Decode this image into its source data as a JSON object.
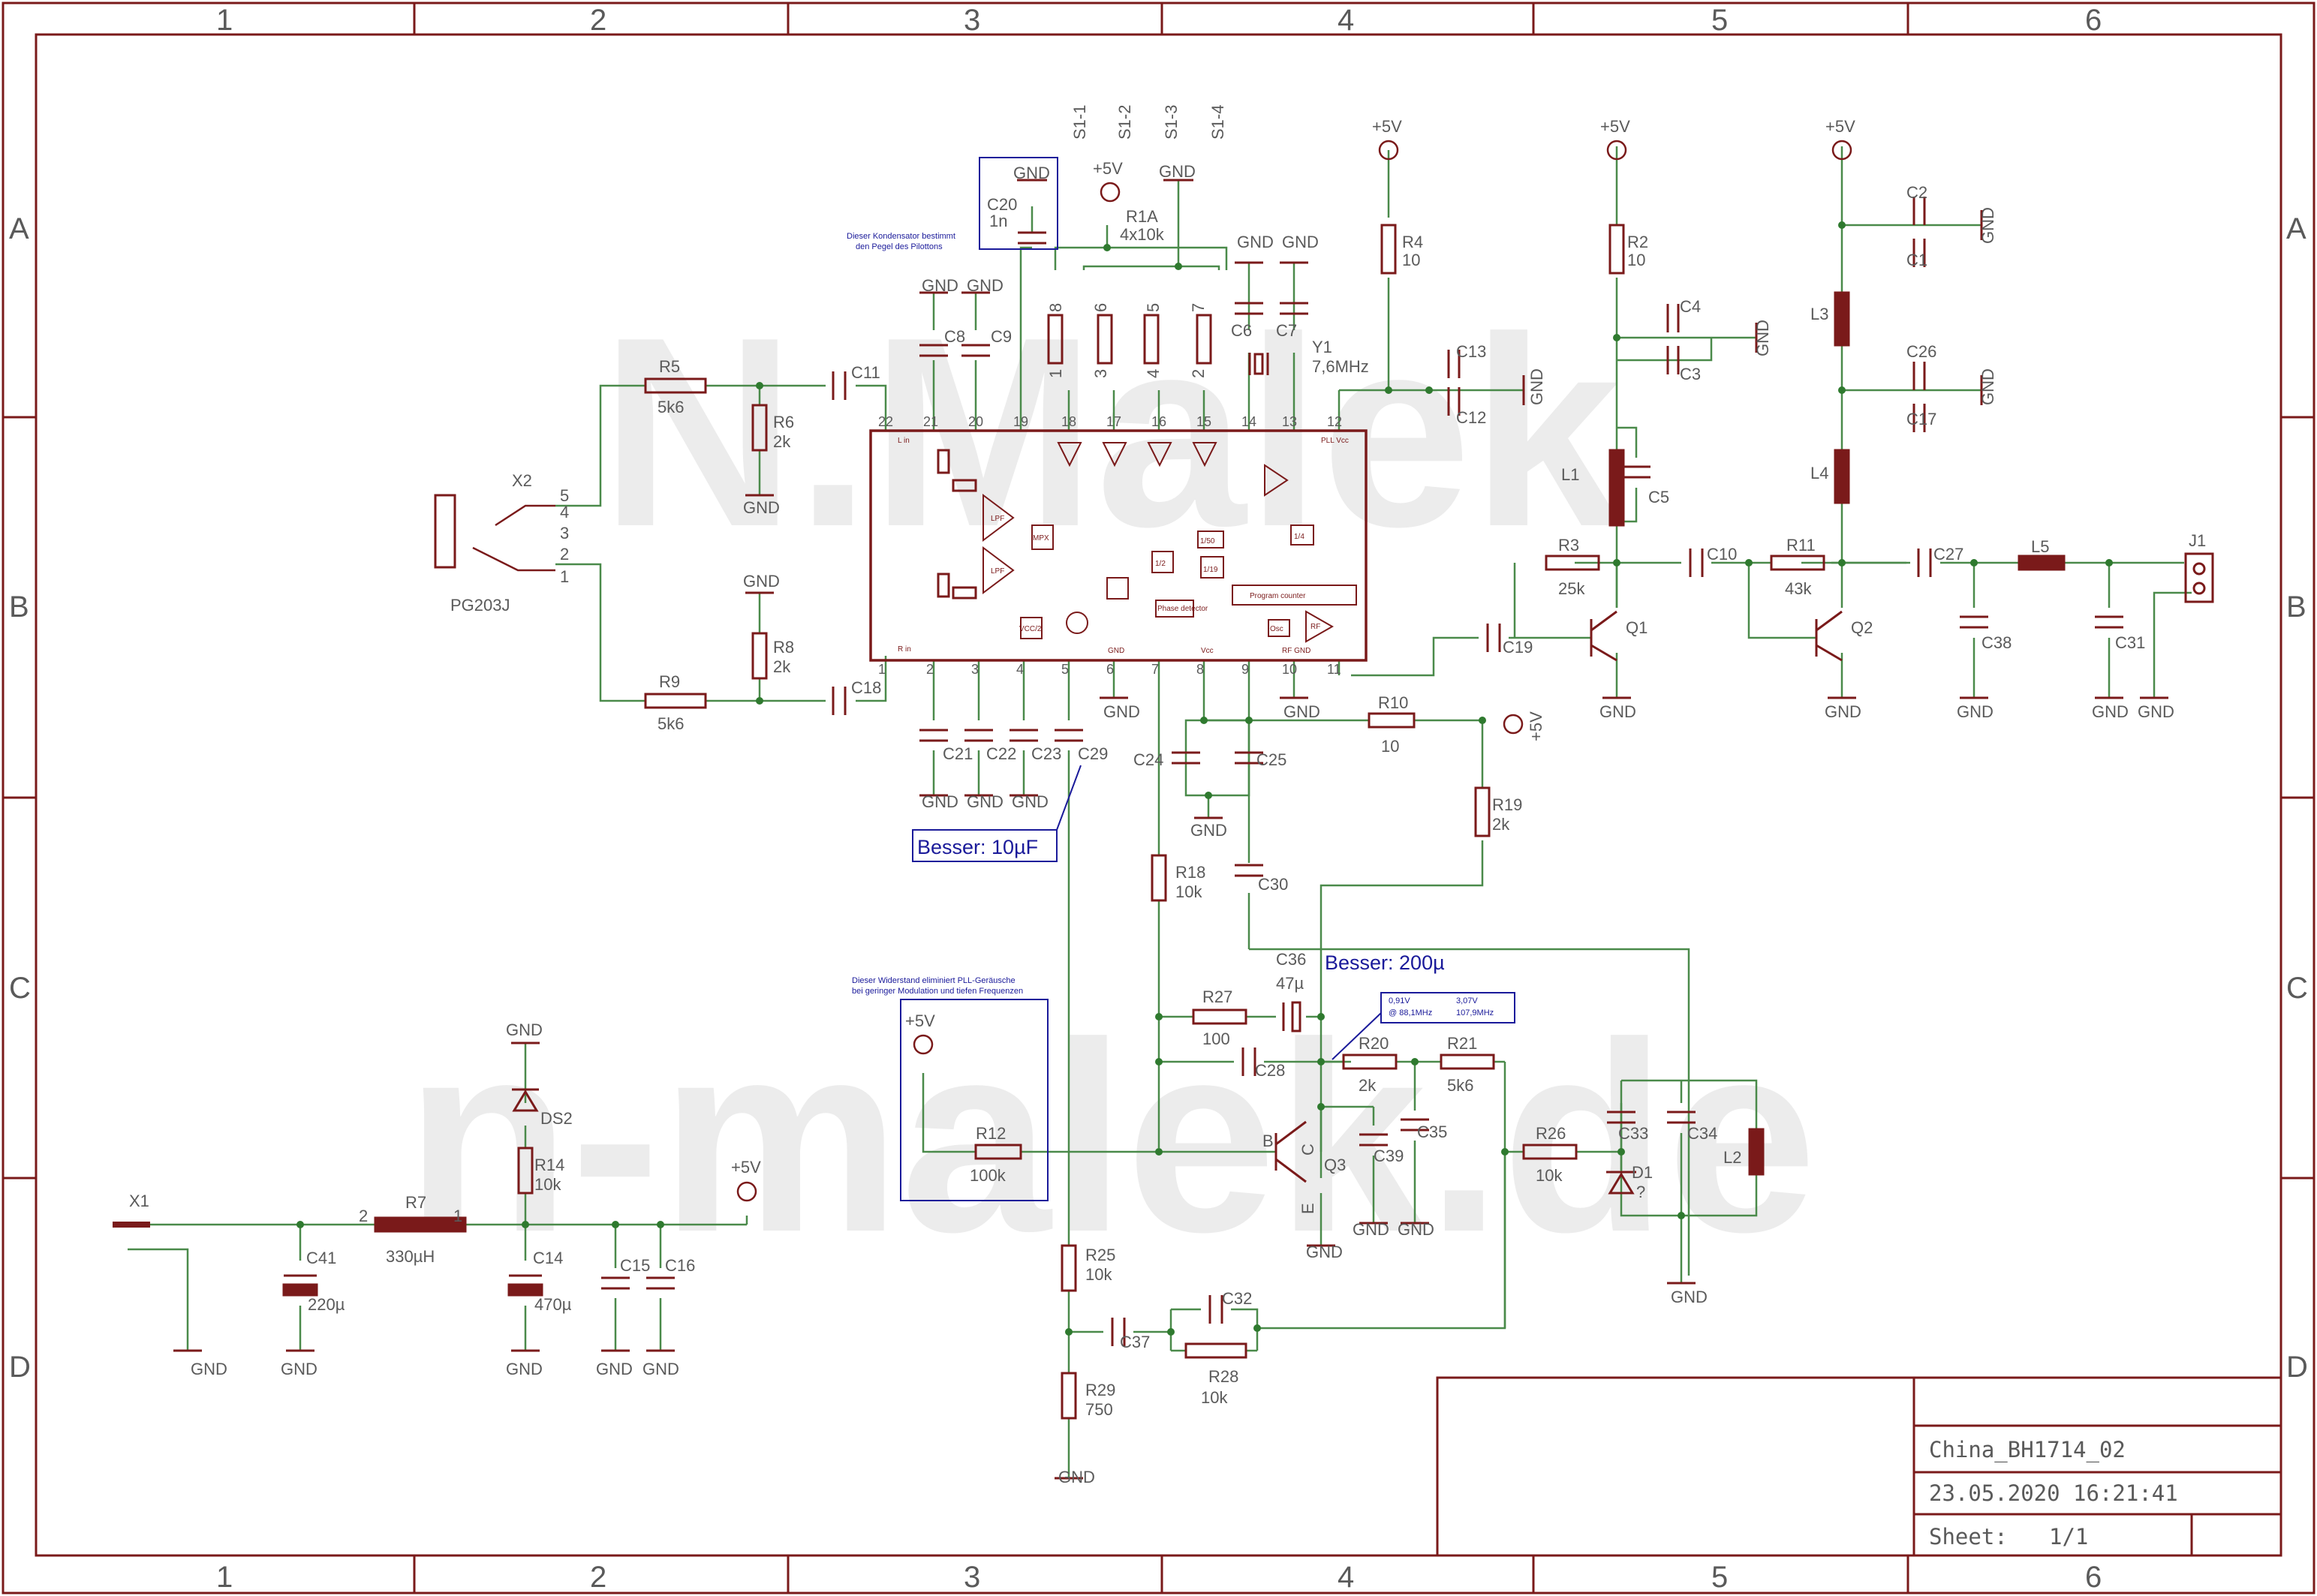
{
  "colors": {
    "wire": "#4a8a4a",
    "part": "#7a1a1a",
    "frame": "#7a1a1a",
    "text": "#5a5a5a",
    "note": "#1a1a9a"
  },
  "watermark": {
    "line1": "N.Malek",
    "line2": "n-malek.de"
  },
  "frame": {
    "columns": [
      "1",
      "2",
      "3",
      "4",
      "5",
      "6"
    ],
    "rows": [
      "A",
      "B",
      "C",
      "D"
    ]
  },
  "title_block": {
    "name": "China_BH1714_02",
    "date": "23.05.2020 16:21:41",
    "sheet_label": "Sheet:",
    "sheet_value": "1/1"
  },
  "notes": {
    "pilot_1": "Dieser Kondensator bestimmt",
    "pilot_2": "den Pegel des Pilottons",
    "pll_1": "Dieser Widerstand eliminiert PLL-Geräusche",
    "pll_2": "bei geringer Modulation und tiefen Frequenzen",
    "c29_better": "Besser: 10µF",
    "c36_better": "Besser: 200µ",
    "v1": "0,91V",
    "f1": "@ 88,1MHz",
    "v2": "3,07V",
    "f2": "107,9MHz"
  },
  "ic": {
    "lin": "L in",
    "rin": "R in",
    "pllvcc": "PLL Vcc",
    "lpf": "LPF",
    "mpx": "MPX",
    "div50": "1/50",
    "div2": "1/2",
    "div19": "1/19",
    "div4": "1/4",
    "phase": "Phase detector",
    "prog": "Program counter",
    "osc": "Osc",
    "rf": "RF",
    "rfgnd": "RF GND",
    "gnd": "GND",
    "vcc": "Vcc",
    "vcc2": "VCC/2",
    "pins": [
      "1",
      "2",
      "3",
      "4",
      "5",
      "6",
      "7",
      "8",
      "9",
      "10",
      "11",
      "12",
      "13",
      "14",
      "15",
      "16",
      "17",
      "18",
      "19",
      "20",
      "21",
      "22"
    ]
  },
  "labels": {
    "s11": "S1-1",
    "s12": "S1-2",
    "s13": "S1-3",
    "s14": "S1-4",
    "p5v": "+5V",
    "gnd": "GND",
    "r1a": "R1A",
    "r1a_v": "4x10k",
    "c20": "C20",
    "c20_v": "1n",
    "c8": "C8",
    "c9": "C9",
    "c6": "C6",
    "c7": "C7",
    "y1": "Y1",
    "y1_v": "7,6MHz",
    "r4": "R4",
    "r4_v": "10",
    "c13": "C13",
    "c12": "C12",
    "r2": "R2",
    "r2_v": "10",
    "c4": "C4",
    "c3": "C3",
    "l1": "L1",
    "c5": "C5",
    "c2": "C2",
    "c1": "C1",
    "l3": "L3",
    "c26": "C26",
    "c17": "C17",
    "l4": "L4",
    "r5": "R5",
    "r5_v": "5k6",
    "c11": "C11",
    "r6": "R6",
    "r6_v": "2k",
    "x2": "X2",
    "pg": "PG203J",
    "r8": "R8",
    "r8_v": "2k",
    "r9": "R9",
    "r9_v": "5k6",
    "c18": "C18",
    "r3": "R3",
    "r3_v": "25k",
    "c10": "C10",
    "r11": "R11",
    "r11_v": "43k",
    "c27": "C27",
    "l5": "L5",
    "j1": "J1",
    "c19": "C19",
    "q1": "Q1",
    "q2": "Q2",
    "c38": "C38",
    "c31": "C31",
    "c21": "C21",
    "c22": "C22",
    "c23": "C23",
    "c29": "C29",
    "r10": "R10",
    "r10_v": "10",
    "c24": "C24",
    "c25": "C25",
    "r19": "R19",
    "r19_v": "2k",
    "r18": "R18",
    "r18_v": "10k",
    "c30": "C30",
    "c36": "C36",
    "c36_v": "47µ",
    "r27": "R27",
    "r27_v": "100",
    "c28": "C28",
    "r20": "R20",
    "r20_v": "2k",
    "r21": "R21",
    "r21_v": "5k6",
    "c39": "C39",
    "c35": "C35",
    "q3": "Q3",
    "r26": "R26",
    "r26_v": "10k",
    "c33": "C33",
    "c34": "C34",
    "l2": "L2",
    "d1": "D1",
    "d1_v": "?",
    "r12": "R12",
    "r12_v": "100k",
    "r25": "R25",
    "r25_v": "10k",
    "c37": "C37",
    "c32": "C32",
    "r28": "R28",
    "r28_v": "10k",
    "r29": "R29",
    "r29_v": "750",
    "x1": "X1",
    "r7": "R7",
    "r7_v": "330µH",
    "c41": "C41",
    "c41_v": "220µ",
    "ds2": "DS2",
    "r14": "R14",
    "r14_v": "10k",
    "c14": "C14",
    "c14_v": "470µ",
    "c15": "C15",
    "c16": "C16",
    "pin1": "1",
    "pin2": "2",
    "pin3": "3",
    "pin4": "4",
    "pin5": "5",
    "pin6": "6",
    "pin7": "7",
    "pin8": "8",
    "b": "B",
    "c": "C",
    "e": "E"
  }
}
